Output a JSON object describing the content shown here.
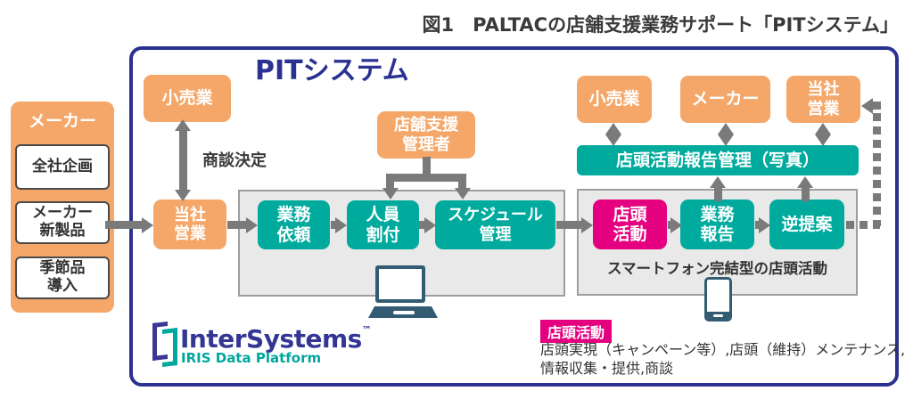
{
  "figure_title": "図1　PALTACの店舗支援業務サポート「PITシステム」",
  "maker_panel": {
    "title": "メーカー",
    "items": [
      "全社企画",
      "メーカー\n新製品",
      "季節品\n導入"
    ]
  },
  "pit": {
    "title": "PITシステム",
    "retail_left": "小売業",
    "deal_label": "商談決定",
    "our_sales_left": "当社\n営業",
    "manager": "店舗支援\n管理者",
    "flow_left": [
      "業務\n依頼",
      "人員\n割付",
      "スケジュール\n管理"
    ],
    "retail_right": "小売業",
    "maker_right": "メーカー",
    "our_sales_right": "当社\n営業",
    "report_bar": "店頭活動報告管理（写真）",
    "flow_right": [
      "店頭\n活動",
      "業務\n報告",
      "逆提案"
    ],
    "smartphone_note": "スマートフォン完結型の店頭活動"
  },
  "logo": {
    "name": "InterSystems",
    "tm": "™",
    "subtitle": "IRIS Data Platform"
  },
  "legend": {
    "label": "店頭活動",
    "line1": "店頭実現（キャンペーン等）,店頭（維持）メンテナンス,",
    "line2": "情報収集・提供,商談"
  },
  "colors": {
    "orange": "#F4A768",
    "teal": "#00AB9E",
    "magenta": "#E4007F",
    "navy": "#2B3190",
    "arrow_gray": "#7A7A7A",
    "panel_gray": "#E9E9E9",
    "logo_purple": "#333695",
    "logo_teal": "#00A79D"
  }
}
